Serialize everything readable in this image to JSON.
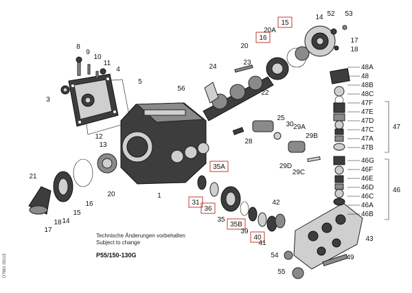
{
  "notes": {
    "line1": "Technische Änderungen vorbehalten",
    "line2": "Subject to change",
    "model": "P55/150-130G",
    "docref": "D7661 00115"
  },
  "callouts": [
    {
      "id": "c1",
      "label": "1",
      "boxed": false
    },
    {
      "id": "c3",
      "label": "3",
      "boxed": false
    },
    {
      "id": "c4",
      "label": "4",
      "boxed": false
    },
    {
      "id": "c5",
      "label": "5",
      "boxed": false
    },
    {
      "id": "c8",
      "label": "8",
      "boxed": false
    },
    {
      "id": "c9",
      "label": "9",
      "boxed": false
    },
    {
      "id": "c10",
      "label": "10",
      "boxed": false
    },
    {
      "id": "c11",
      "label": "11",
      "boxed": false
    },
    {
      "id": "c12",
      "label": "12",
      "boxed": false
    },
    {
      "id": "c13",
      "label": "13",
      "boxed": false
    },
    {
      "id": "c14a",
      "label": "14",
      "boxed": false
    },
    {
      "id": "c14b",
      "label": "14",
      "boxed": false
    },
    {
      "id": "c15a",
      "label": "15",
      "boxed": true
    },
    {
      "id": "c15b",
      "label": "15",
      "boxed": false
    },
    {
      "id": "c16a",
      "label": "16",
      "boxed": true
    },
    {
      "id": "c16b",
      "label": "16",
      "boxed": false
    },
    {
      "id": "c17a",
      "label": "17",
      "boxed": false
    },
    {
      "id": "c17b",
      "label": "17",
      "boxed": false
    },
    {
      "id": "c18a",
      "label": "18",
      "boxed": false
    },
    {
      "id": "c18b",
      "label": "18",
      "boxed": false
    },
    {
      "id": "c20a",
      "label": "20",
      "boxed": false
    },
    {
      "id": "c20b",
      "label": "20",
      "boxed": false
    },
    {
      "id": "c20A",
      "label": "20A",
      "boxed": false
    },
    {
      "id": "c21",
      "label": "21",
      "boxed": false
    },
    {
      "id": "c22",
      "label": "22",
      "boxed": false
    },
    {
      "id": "c23",
      "label": "23",
      "boxed": false
    },
    {
      "id": "c24",
      "label": "24",
      "boxed": false
    },
    {
      "id": "c25",
      "label": "25",
      "boxed": false
    },
    {
      "id": "c28",
      "label": "28",
      "boxed": false
    },
    {
      "id": "c29A",
      "label": "29A",
      "boxed": false
    },
    {
      "id": "c29B",
      "label": "29B",
      "boxed": false
    },
    {
      "id": "c29C",
      "label": "29C",
      "boxed": false
    },
    {
      "id": "c29D",
      "label": "29D",
      "boxed": false
    },
    {
      "id": "c30",
      "label": "30",
      "boxed": false
    },
    {
      "id": "c31",
      "label": "31",
      "boxed": true
    },
    {
      "id": "c35",
      "label": "35",
      "boxed": false
    },
    {
      "id": "c35A",
      "label": "35A",
      "boxed": true
    },
    {
      "id": "c35B",
      "label": "35B",
      "boxed": true
    },
    {
      "id": "c36",
      "label": "36",
      "boxed": true
    },
    {
      "id": "c39",
      "label": "39",
      "boxed": false
    },
    {
      "id": "c40",
      "label": "40",
      "boxed": true
    },
    {
      "id": "c41",
      "label": "41",
      "boxed": false
    },
    {
      "id": "c42",
      "label": "42",
      "boxed": false
    },
    {
      "id": "c43",
      "label": "43",
      "boxed": false
    },
    {
      "id": "c49",
      "label": "49",
      "boxed": false
    },
    {
      "id": "c52",
      "label": "52",
      "boxed": false
    },
    {
      "id": "c53",
      "label": "53",
      "boxed": false
    },
    {
      "id": "c54",
      "label": "54",
      "boxed": false
    },
    {
      "id": "c55",
      "label": "55",
      "boxed": false
    },
    {
      "id": "c56",
      "label": "56",
      "boxed": false
    }
  ],
  "valve_stack_a": {
    "group_label": "47",
    "items": [
      "48A",
      "48",
      "48B",
      "48C",
      "47F",
      "47E",
      "47D",
      "47C",
      "47A",
      "47B"
    ]
  },
  "valve_stack_b": {
    "group_label": "46",
    "items": [
      "46G",
      "46F",
      "46E",
      "46D",
      "46C",
      "46A",
      "46B"
    ]
  },
  "colors": {
    "box": "#c0392b",
    "ink": "#111111",
    "part_dark": "#3d3d3d",
    "part_light": "#cfcfcf"
  }
}
